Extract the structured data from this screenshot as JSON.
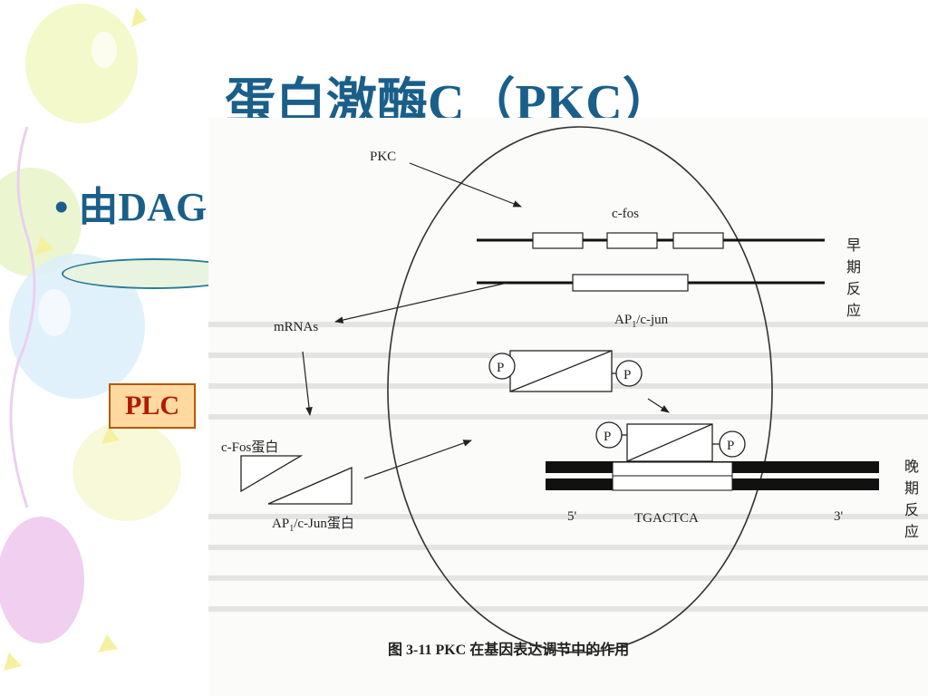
{
  "slide": {
    "title": "蛋白激酶C（PKC）",
    "bullet_marker": "•",
    "bullet_text": "由DAG",
    "plc_label": "PLC"
  },
  "figure": {
    "labels": {
      "pkc": "PKC",
      "cfos": "c-fos",
      "ap1": "AP",
      "ap1_sub": "1",
      "ap1_suffix": "/c-jun",
      "mrnas": "mRNAs",
      "cfos_protein": "c-Fos蛋白",
      "ap1_protein_prefix": "AP",
      "ap1_protein_sub": "1",
      "ap1_protein_suffix": "/c-Jun蛋白",
      "five_prime": "5'",
      "three_prime": "3'",
      "tgactca": "TGACTCA",
      "phospho": "P",
      "early_1": "早",
      "early_2": "期",
      "early_3": "反",
      "early_4": "应",
      "late_1": "晚",
      "late_2": "期",
      "late_3": "反",
      "late_4": "应"
    },
    "caption": "图 3-11   PKC 在基因表达调节中的作用"
  }
}
